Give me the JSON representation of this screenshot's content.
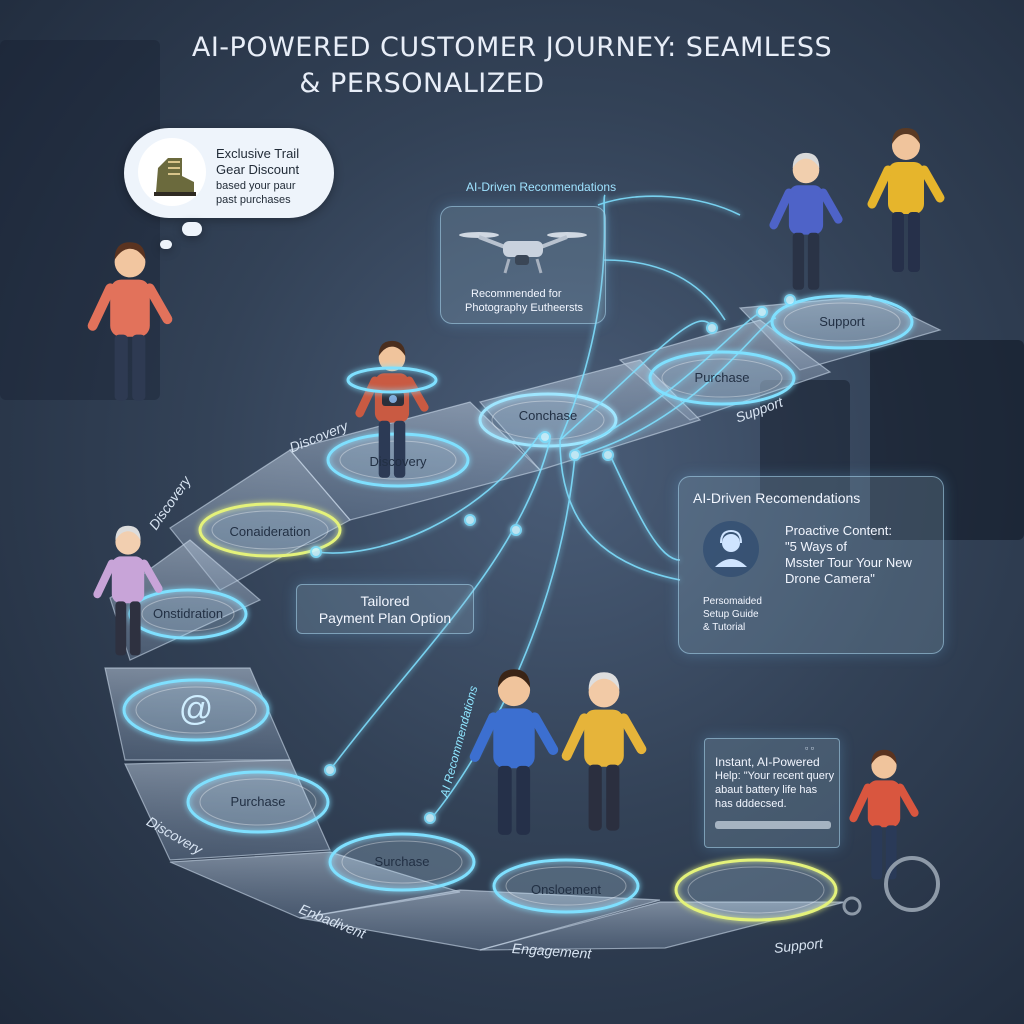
{
  "title": {
    "line1": "AI-POWERED CUSTOMER JOURNEY: SEAMLESS",
    "line2": "& PERSONALIZED"
  },
  "bubble": {
    "line1": "Exclusive Trail",
    "line2": "Gear Discount",
    "line3": "based your paur",
    "line4": "past purchases"
  },
  "drone_panel": {
    "header": "AI-Driven Reconmendations",
    "line1": "Recommended for",
    "line2": "Photography Eutheersts"
  },
  "content_panel": {
    "header": "AI-Driven Recomendations",
    "proactive1": "Proactive Content:",
    "proactive2": "\"5 Ways of",
    "proactive3": "Msster Tour Your New",
    "proactive4": "Drone Camera\"",
    "guide1": "Persomaided",
    "guide2": "Setup Guide",
    "guide3": "& Tutorial"
  },
  "payment_panel": {
    "line1": "Tailored",
    "line2": "Payment Plan Option"
  },
  "help_panel": {
    "line1": "Instant, AI-Powered",
    "line2": "Help: \"Your recent query",
    "line3": "abaut  battery life has",
    "line4": "has dddecsed."
  },
  "vertical_label": "AI Recommendations",
  "path_nodes": [
    "Support",
    "Purchase",
    "Conchase",
    "Discovery",
    "Conaideration",
    "Onstidration",
    "@",
    "Purchase",
    "Surchase",
    "Onsloement"
  ],
  "path_side_labels": [
    "Support",
    "Discovery",
    "Discovery",
    "Discovery",
    "Enbadivent",
    "Engagement",
    "Support"
  ],
  "colors": {
    "glow": "#7fe0ff",
    "ring_yellow": "#e4f27a",
    "tile": "#9fb3cc"
  }
}
